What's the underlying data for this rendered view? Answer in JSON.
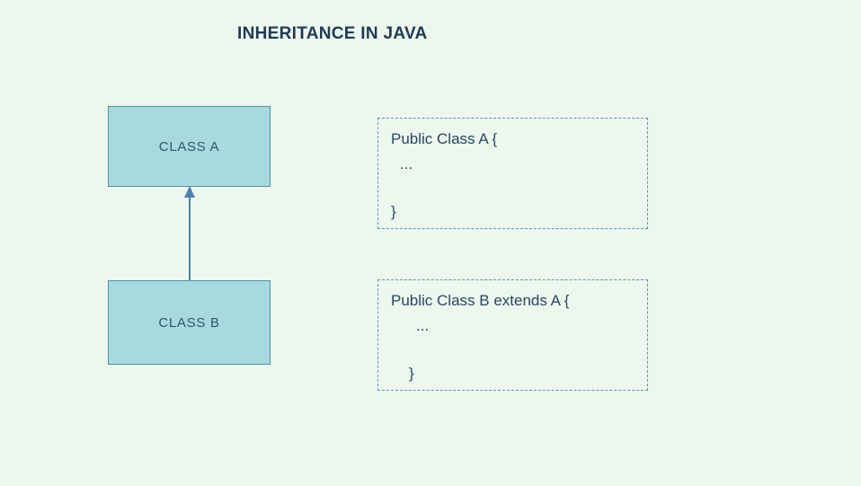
{
  "title": "INHERITANCE IN JAVA",
  "colors": {
    "background": "#edf7ed",
    "class_box_fill": "#a8d9de",
    "class_box_border": "#4f93a9",
    "arrow": "#4a80b4",
    "dashed_border": "#5e8fc4",
    "heading_text": "#1f3a54",
    "code_text": "#274666",
    "class_label_text": "#2f566b"
  },
  "diagram": {
    "class_a": {
      "label": "CLASS A"
    },
    "class_b": {
      "label": "CLASS B"
    },
    "code_a": {
      "lines": [
        "Public Class A {",
        "...",
        "}"
      ]
    },
    "code_b": {
      "lines": [
        "Public Class B extends A {",
        "...",
        "}"
      ]
    }
  }
}
